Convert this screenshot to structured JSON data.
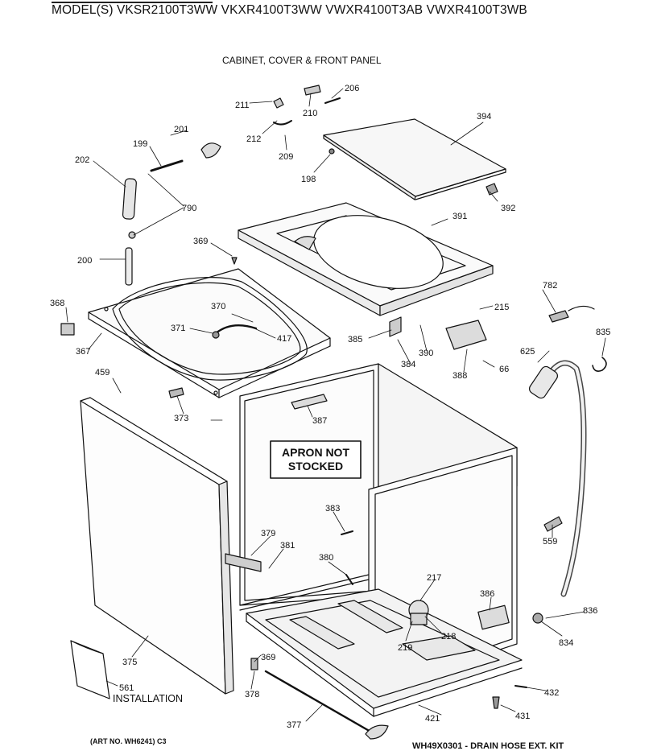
{
  "header": {
    "title": "MODEL(S) VKSR2100T3WW  VKXR4100T3WW  VWXR4100T3AB  VWXR4100T3WB",
    "subtitle": "CABINET, COVER & FRONT PANEL"
  },
  "notice": {
    "line1": "APRON NOT",
    "line2": "STOCKED"
  },
  "labels": {
    "p211": "211",
    "p210": "210",
    "p206": "206",
    "p394": "394",
    "p201": "201",
    "p199": "199",
    "p202": "202",
    "p212": "212",
    "p209": "209",
    "p198": "198",
    "p790": "790",
    "p392": "392",
    "p391": "391",
    "p369a": "369",
    "p200": "200",
    "p782": "782",
    "p368": "368",
    "p370": "370",
    "p371": "371",
    "p417": "417",
    "p215": "215",
    "p835": "835",
    "p367": "367",
    "p385": "385",
    "p384": "384",
    "p390": "390",
    "p625": "625",
    "p388": "388",
    "p66": "66",
    "p459": "459",
    "p373": "373",
    "p387": "387",
    "p383": "383",
    "p559": "559",
    "p379": "379",
    "p381": "381",
    "p380": "380",
    "p217": "217",
    "p386": "386",
    "p836": "836",
    "p219": "219",
    "p218": "218",
    "p834": "834",
    "p375": "375",
    "p369b": "369",
    "p561": "561",
    "p378": "378",
    "p432": "432",
    "p421": "421",
    "p431": "431",
    "p377": "377"
  },
  "installation": "INSTALLATION",
  "footer": {
    "art_no": "(ART NO. WH6241) C3",
    "kit": "WH49X0301 - DRAIN HOSE EXT. KIT"
  }
}
